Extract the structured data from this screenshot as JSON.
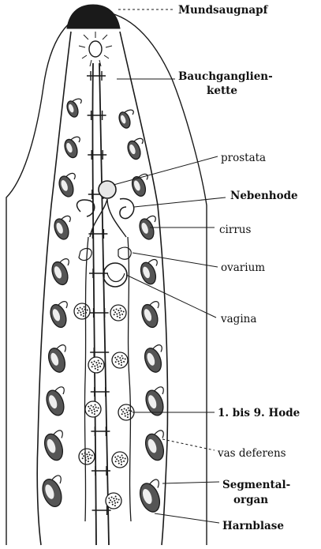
{
  "figure": {
    "labels": [
      {
        "id": "mundsaugnapf",
        "lines": [
          "Mundsaugnapf"
        ],
        "bold": true
      },
      {
        "id": "bauchganglienkette",
        "lines": [
          "Bauchganglien-",
          "kette"
        ],
        "bold": true
      },
      {
        "id": "prostata",
        "lines": [
          "prostata"
        ],
        "bold": false
      },
      {
        "id": "nebenhode",
        "lines": [
          "Nebenhode"
        ],
        "bold": true
      },
      {
        "id": "cirrus",
        "lines": [
          "cirrus"
        ],
        "bold": false
      },
      {
        "id": "ovarium",
        "lines": [
          "ovarium"
        ],
        "bold": false
      },
      {
        "id": "vagina",
        "lines": [
          "vagina"
        ],
        "bold": false
      },
      {
        "id": "hode",
        "lines": [
          "1. bis 9. Hode"
        ],
        "bold": true
      },
      {
        "id": "vas_deferens",
        "lines": [
          "vas deferens"
        ],
        "bold": false
      },
      {
        "id": "segmentalorgan",
        "lines": [
          "Segmental-",
          "organ"
        ],
        "bold": true
      },
      {
        "id": "harnblase",
        "lines": [
          "Harnblase"
        ],
        "bold": true
      }
    ]
  },
  "colors": {
    "ink": "#1a1a1a",
    "background": "#ffffff"
  }
}
